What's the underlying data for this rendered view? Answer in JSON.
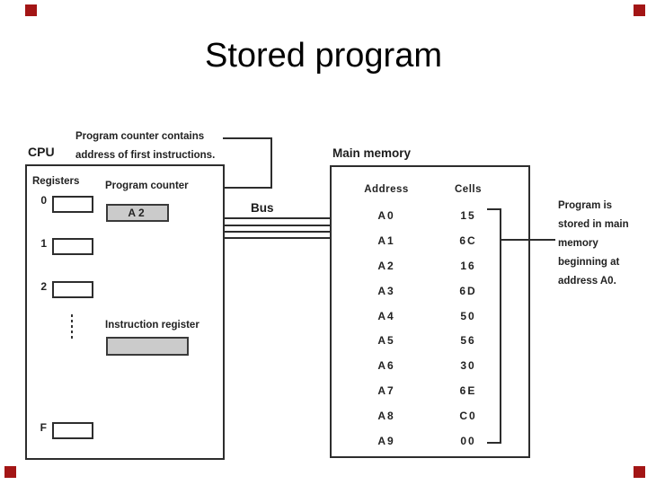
{
  "slide": {
    "title": "Stored program"
  },
  "colors": {
    "corner_marker": "#a31515",
    "box_fill_gray": "#cbcbcb",
    "line": "#2d2d2d"
  },
  "annotations": {
    "pc_note_line1": "Program counter contains",
    "pc_note_line2": "address of first instructions.",
    "memory_note_lines": [
      "Program is",
      "stored in main",
      "memory",
      "beginning at",
      "address A0."
    ]
  },
  "cpu": {
    "label": "CPU",
    "registers_label": "Registers",
    "register_names": [
      "0",
      "1",
      "2",
      "F"
    ],
    "program_counter_label": "Program counter",
    "program_counter_value": "A2",
    "instruction_register_label": "Instruction register"
  },
  "bus": {
    "label": "Bus"
  },
  "memory": {
    "label": "Main memory",
    "headers": {
      "address": "Address",
      "cells": "Cells"
    },
    "rows": [
      {
        "address": "A0",
        "cell": "15"
      },
      {
        "address": "A1",
        "cell": "6C"
      },
      {
        "address": "A2",
        "cell": "16"
      },
      {
        "address": "A3",
        "cell": "6D"
      },
      {
        "address": "A4",
        "cell": "50"
      },
      {
        "address": "A5",
        "cell": "56"
      },
      {
        "address": "A6",
        "cell": "30"
      },
      {
        "address": "A7",
        "cell": "6E"
      },
      {
        "address": "A8",
        "cell": "C0"
      },
      {
        "address": "A9",
        "cell": "00"
      }
    ]
  }
}
